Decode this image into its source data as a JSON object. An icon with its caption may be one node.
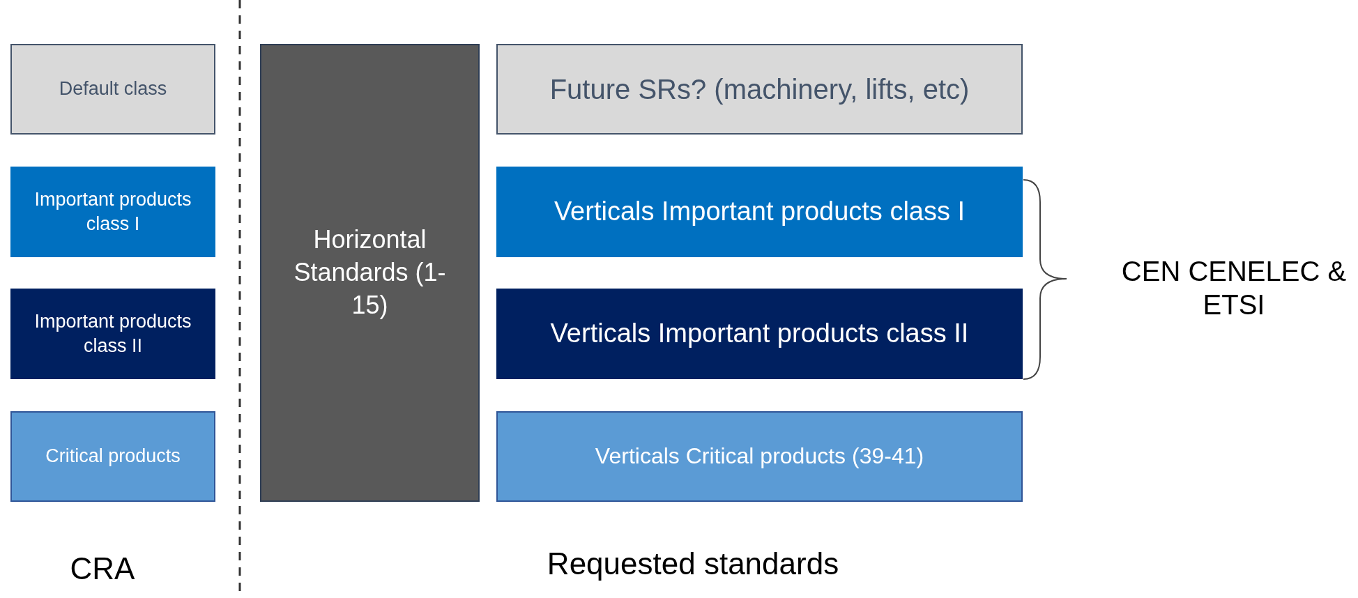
{
  "diagram": {
    "nodes": [
      {
        "text": [
          "Default class"
        ]
      },
      {
        "text": [
          "Important products class I"
        ]
      },
      {
        "text": [
          "Important products class II"
        ]
      },
      {
        "text": [
          "Critical products"
        ]
      },
      {
        "text": [
          "Horizontal Standards (1-15)"
        ]
      },
      {
        "text": [
          "Future SRs? (machinery, lifts, etc)"
        ]
      },
      {
        "text": [
          "Verticals Important products class I"
        ]
      },
      {
        "text": [
          "Verticals Important products class II"
        ]
      },
      {
        "text": [
          "Verticals Critical products (39-41)"
        ]
      }
    ],
    "labels": [
      "CEN CENELEC & ETSI",
      "CRA",
      "Requested standards"
    ]
  }
}
